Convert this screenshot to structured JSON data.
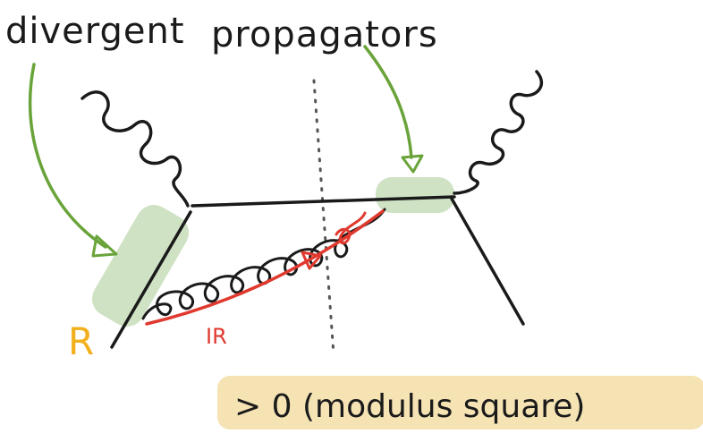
{
  "labels": {
    "divergent_left": "divergent",
    "divergent_right": "propagators",
    "R": "R",
    "IR": "IR",
    "modulus": "> 0   (modulus square)"
  },
  "colors": {
    "ink": "#1a1a1a",
    "green_arrow": "#6aa33a",
    "green_highlight": "#cfe2c4",
    "red_line": "#e0392e",
    "orange_R": "#f2b01e",
    "yellow_highlight": "#f6e3b4",
    "cut_dots": "#555555"
  }
}
